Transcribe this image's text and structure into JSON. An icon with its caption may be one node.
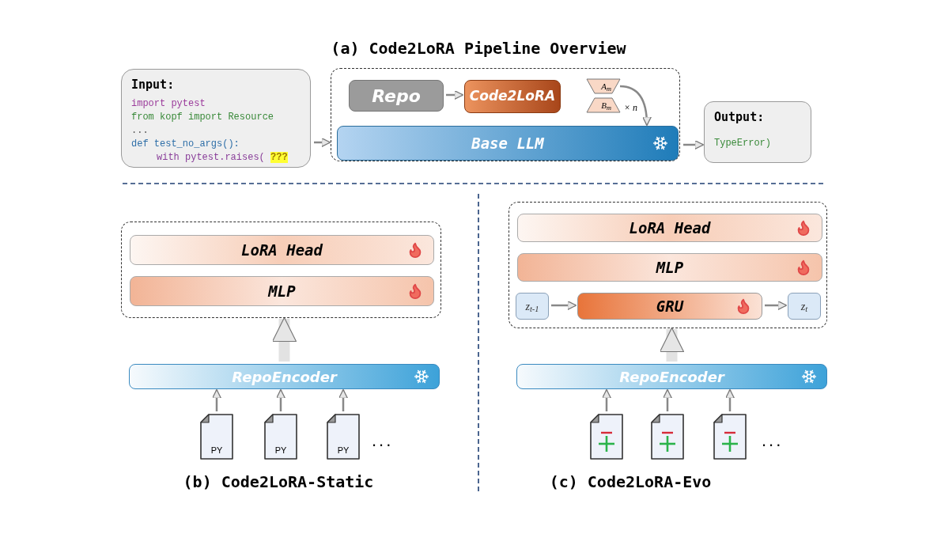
{
  "diagram": {
    "title": "(a) Code2LoRA Pipeline Overview",
    "nodes": [
      {
        "text": [
          "Input:",
          "import pytest",
          "from kopf import Resource",
          "...",
          "def test_no_args():",
          "with pytest.raises(",
          "???"
        ]
      },
      {
        "text": [],
        "shape": "box"
      },
      {
        "text": [
          "Repo"
        ],
        "in": 1
      },
      {
        "text": [
          "Code2LoRA"
        ],
        "in": 1
      },
      {
        "text": [
          "A$_{m}$"
        ],
        "in": 1
      },
      {
        "text": [
          "B$_{m}$"
        ],
        "in": 1,
        "beside": [
          "× n"
        ]
      },
      {
        "text": [
          "Base LLM"
        ],
        "in": 1
      },
      {
        "text": [
          "Output:",
          "TypeError)"
        ]
      },
      {
        "text": [],
        "shape": "box"
      },
      {
        "text": [
          "LoRA Head"
        ],
        "in": 8
      },
      {
        "text": [
          "MLP"
        ],
        "in": 8
      },
      {
        "text": [
          "RepoEncoder"
        ]
      },
      {
        "text": [
          "PY"
        ]
      },
      {
        "text": [
          "PY"
        ]
      },
      {
        "text": [
          "PY"
        ]
      },
      {
        "text": [],
        "shape": "box"
      },
      {
        "text": [
          "LoRA Head"
        ],
        "in": 15
      },
      {
        "text": [
          "MLP"
        ],
        "in": 15
      },
      {
        "text": [
          "z$_{t-1}$"
        ],
        "in": 15
      },
      {
        "text": [
          "GRU"
        ],
        "in": 15
      },
      {
        "text": [
          "z$_{t}$"
        ],
        "in": 15
      },
      {
        "text": [
          "RepoEncoder"
        ]
      },
      {
        "text": [],
        "shape": "picture"
      },
      {
        "text": [],
        "shape": "picture"
      },
      {
        "text": [],
        "shape": "picture"
      }
    ],
    "edges": [
      {
        "from": 0,
        "to": 1,
        "arrow": "to"
      },
      {
        "from": 2,
        "to": 3,
        "arrow": "to"
      },
      {
        "from": 4,
        "to": 6,
        "arrow": "to"
      },
      {
        "from": 1,
        "to": 7,
        "arrow": "to"
      },
      {
        "from": 11,
        "to": 8,
        "arrow": "to",
        "style": "thick"
      },
      {
        "from": 12,
        "to": 11,
        "arrow": "to"
      },
      {
        "from": 13,
        "to": 11,
        "arrow": "to"
      },
      {
        "from": 14,
        "to": 11,
        "arrow": "to"
      },
      {
        "from": 18,
        "to": 19,
        "arrow": "to"
      },
      {
        "from": 19,
        "to": 20,
        "arrow": "to"
      },
      {
        "from": 21,
        "to": 15,
        "arrow": "to",
        "style": "thick"
      },
      {
        "from": 22,
        "to": 21,
        "arrow": "to"
      },
      {
        "from": 23,
        "to": 21,
        "arrow": "to"
      },
      {
        "from": 24,
        "to": 21,
        "arrow": "to"
      }
    ],
    "labels": [
      "...",
      "(b) Code2LoRA-Static",
      "...",
      "(c) Code2LoRA-Evo"
    ]
  }
}
